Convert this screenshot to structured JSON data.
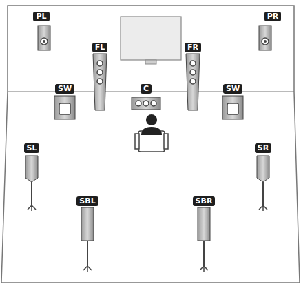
{
  "diagram": {
    "nodes": [
      {
        "text": [
          "PL"
        ]
      },
      {
        "text": [
          "PR"
        ]
      },
      {
        "text": [
          "FL"
        ]
      },
      {
        "text": [
          "FR"
        ]
      },
      {
        "text": [
          "SW"
        ]
      },
      {
        "text": [
          "C"
        ]
      },
      {
        "text": [
          "SW"
        ]
      },
      {
        "text": [
          "SL"
        ]
      },
      {
        "text": [
          "SR"
        ]
      },
      {
        "text": [
          "SBL"
        ]
      },
      {
        "text": [
          "SBR"
        ]
      }
    ]
  }
}
